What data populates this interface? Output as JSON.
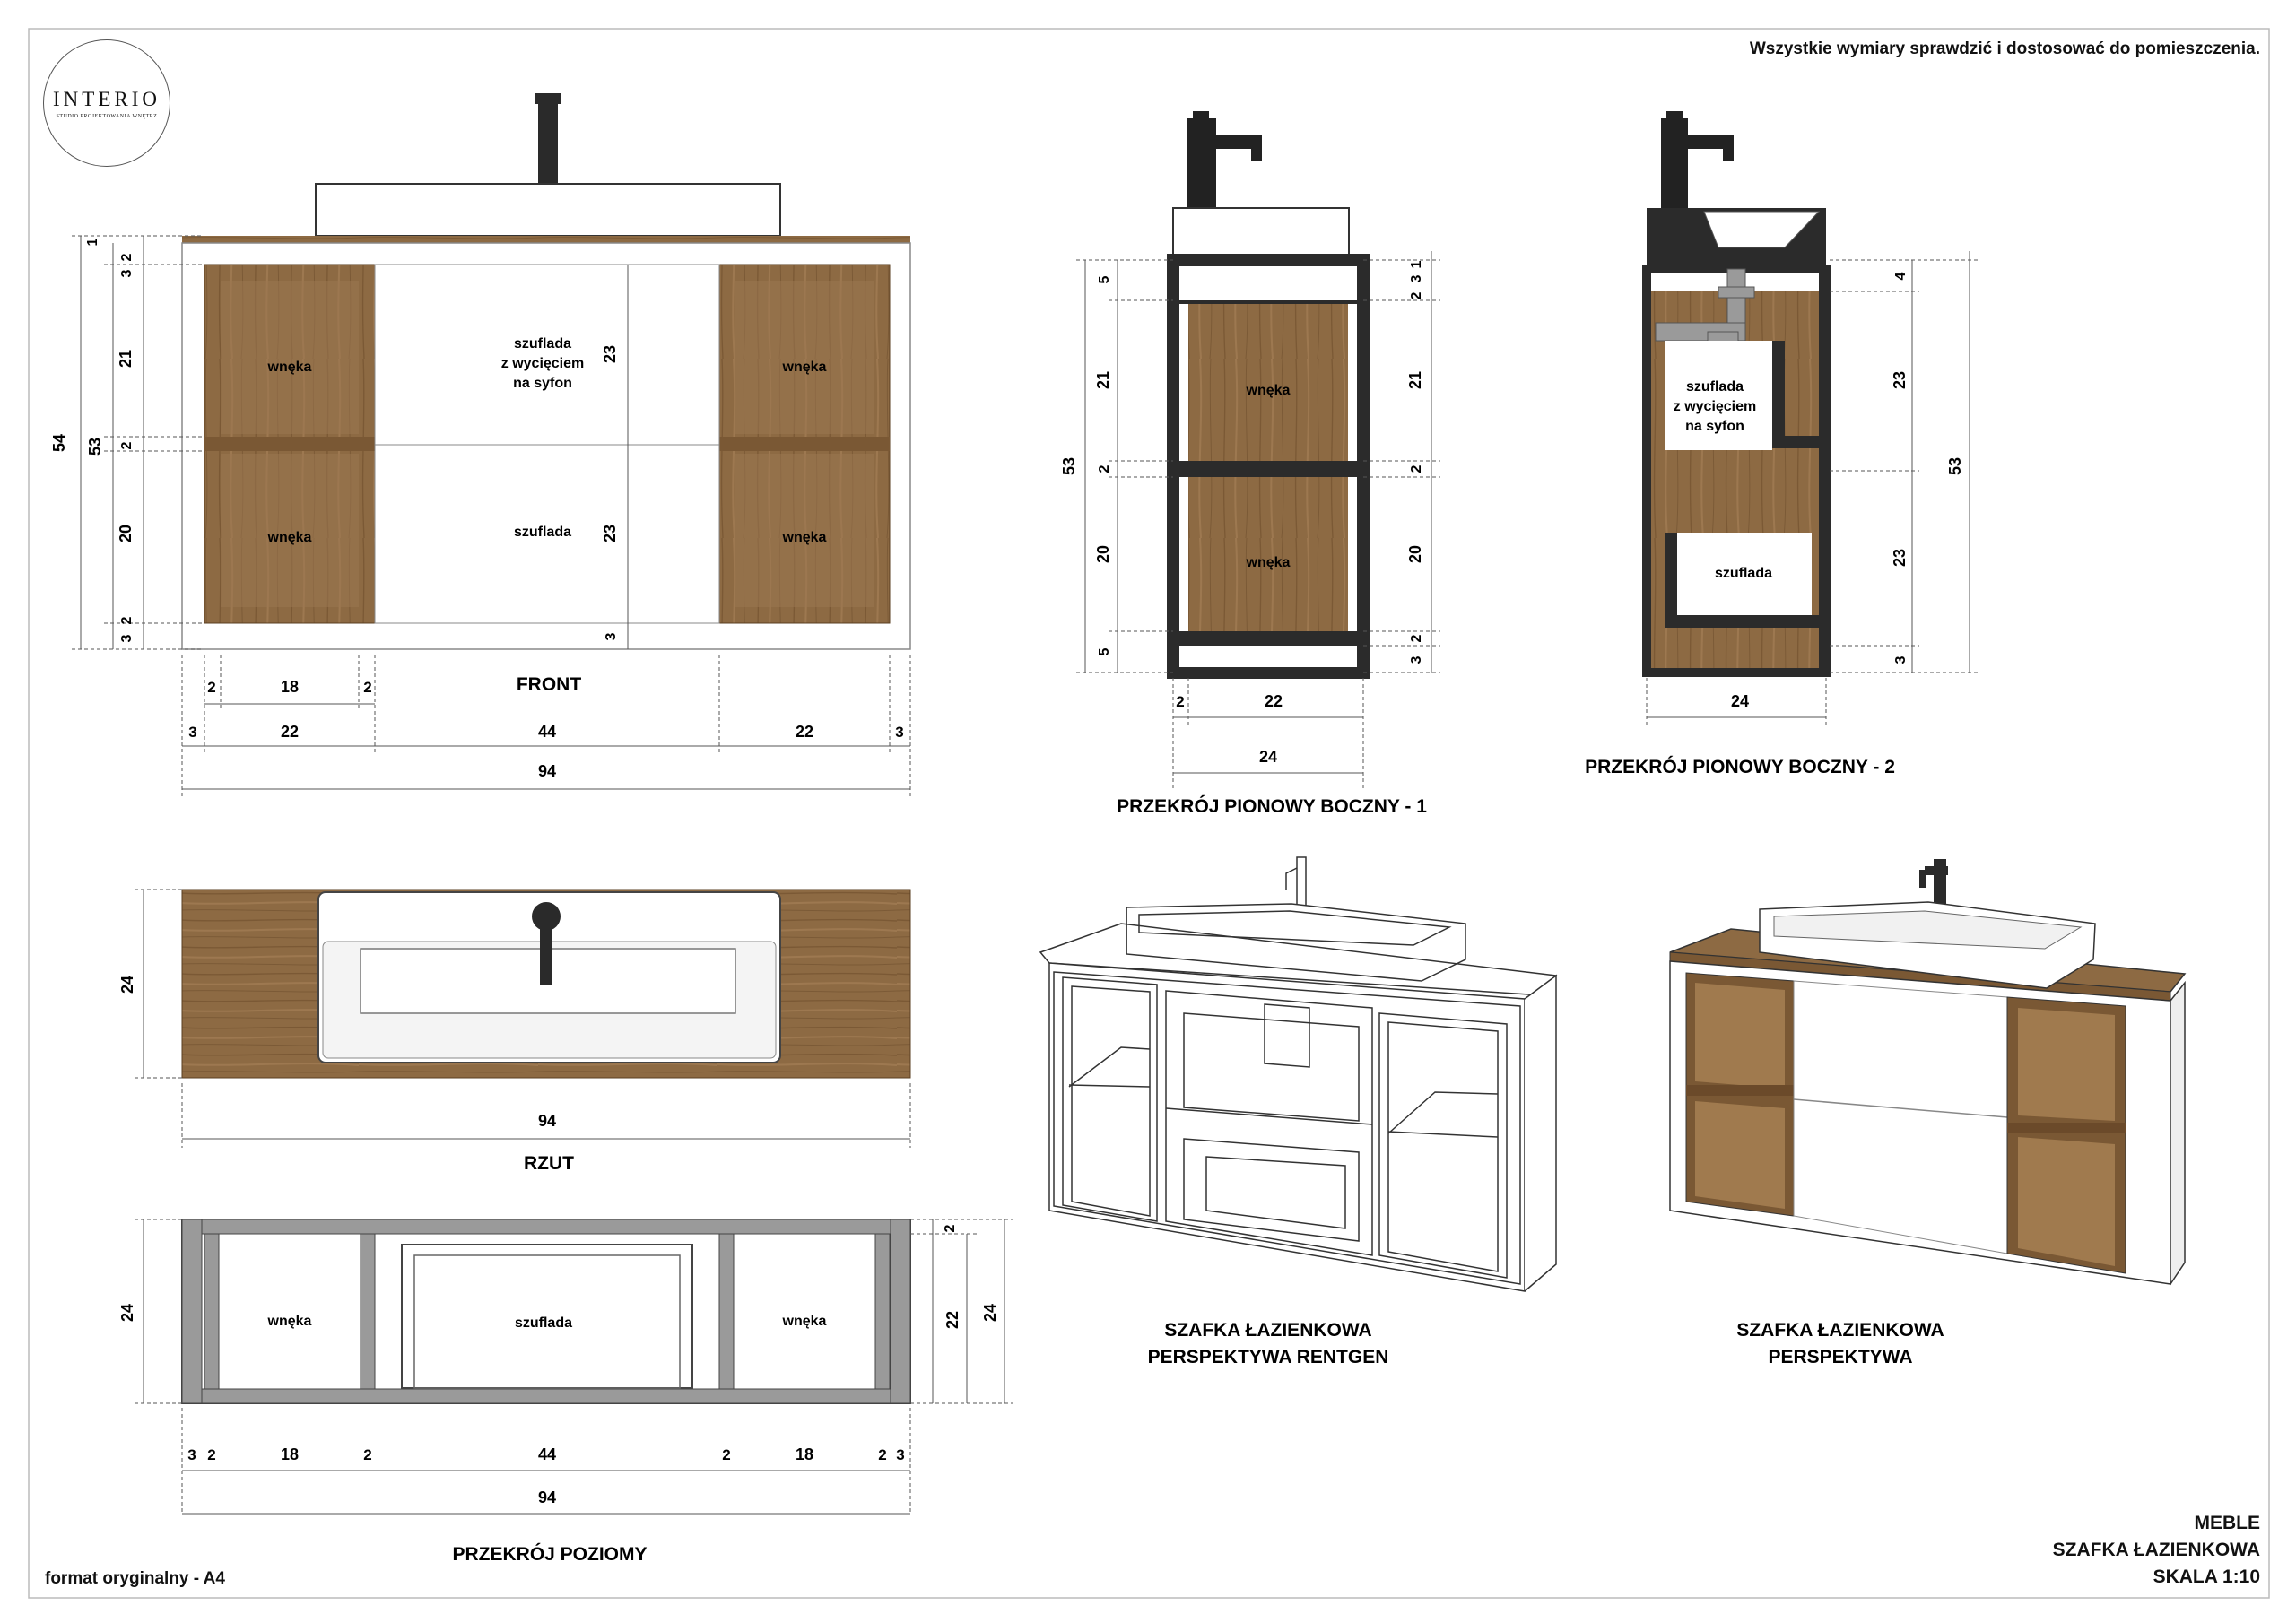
{
  "header": {
    "note": "Wszystkie wymiary sprawdzić i dostosować do pomieszczenia."
  },
  "logo": {
    "name": "INTERIO",
    "tagline": "STUDIO PROJEKTOWANIA WNĘTRZ"
  },
  "labels": {
    "wneka": "wnęka",
    "szuflada": "szuflada",
    "szuflada_syfon_1": "szuflada",
    "szuflada_syfon_2": "z wycięciem",
    "szuflada_syfon_3": "na syfon"
  },
  "views": {
    "front": "FRONT",
    "rzut": "RZUT",
    "przekroj_poziomy": "PRZEKRÓJ POZIOMY",
    "boczny_1": "PRZEKRÓJ PIONOWY BOCZNY - 1",
    "boczny_2": "PRZEKRÓJ PIONOWY BOCZNY - 2",
    "rentgen_1": "SZAFKA ŁAZIENKOWA",
    "rentgen_2": "PERSPEKTYWA RENTGEN",
    "persp_1": "SZAFKA ŁAZIENKOWA",
    "persp_2": "PERSPEKTYWA"
  },
  "dimensions": {
    "front_vertical": [
      "1",
      "2",
      "3",
      "21",
      "2",
      "20",
      "2",
      "3"
    ],
    "front_overall": [
      "54",
      "53"
    ],
    "front_drawer": [
      "23",
      "23",
      "3"
    ],
    "front_bottom_row1": [
      "2",
      "18",
      "2"
    ],
    "front_bottom_row2": [
      "3",
      "22",
      "44",
      "22",
      "3"
    ],
    "front_total": "94",
    "rzut_depth": "24",
    "rzut_width": "94",
    "poziomy_depth": "24",
    "poziomy_right": [
      "2",
      "22",
      "24"
    ],
    "poziomy_bottom": [
      "3",
      "2",
      "18",
      "2",
      "44",
      "2",
      "18",
      "2",
      "3"
    ],
    "poziomy_total": "94",
    "boczny1_left": [
      "5",
      "21",
      "2",
      "20",
      "5"
    ],
    "boczny1_total": "53",
    "boczny1_right": [
      "2",
      "3",
      "1",
      "21",
      "2",
      "20",
      "2",
      "3"
    ],
    "boczny1_bottom": [
      "2",
      "22",
      "24"
    ],
    "boczny2_right": [
      "4",
      "23",
      "23",
      "3"
    ],
    "boczny2_total": "53",
    "boczny2_bottom": "24"
  },
  "title_block": {
    "line1": "MEBLE",
    "line2": "SZAFKA ŁAZIENKOWA",
    "line3": "SKALA 1:10"
  },
  "format_note": "format oryginalny - A4",
  "colors": {
    "wood": "#8a6640",
    "wood_dark": "#6b4a2a",
    "frame": "#2b2b2b",
    "line": "#555555",
    "gray_section": "#9a9a9a"
  }
}
